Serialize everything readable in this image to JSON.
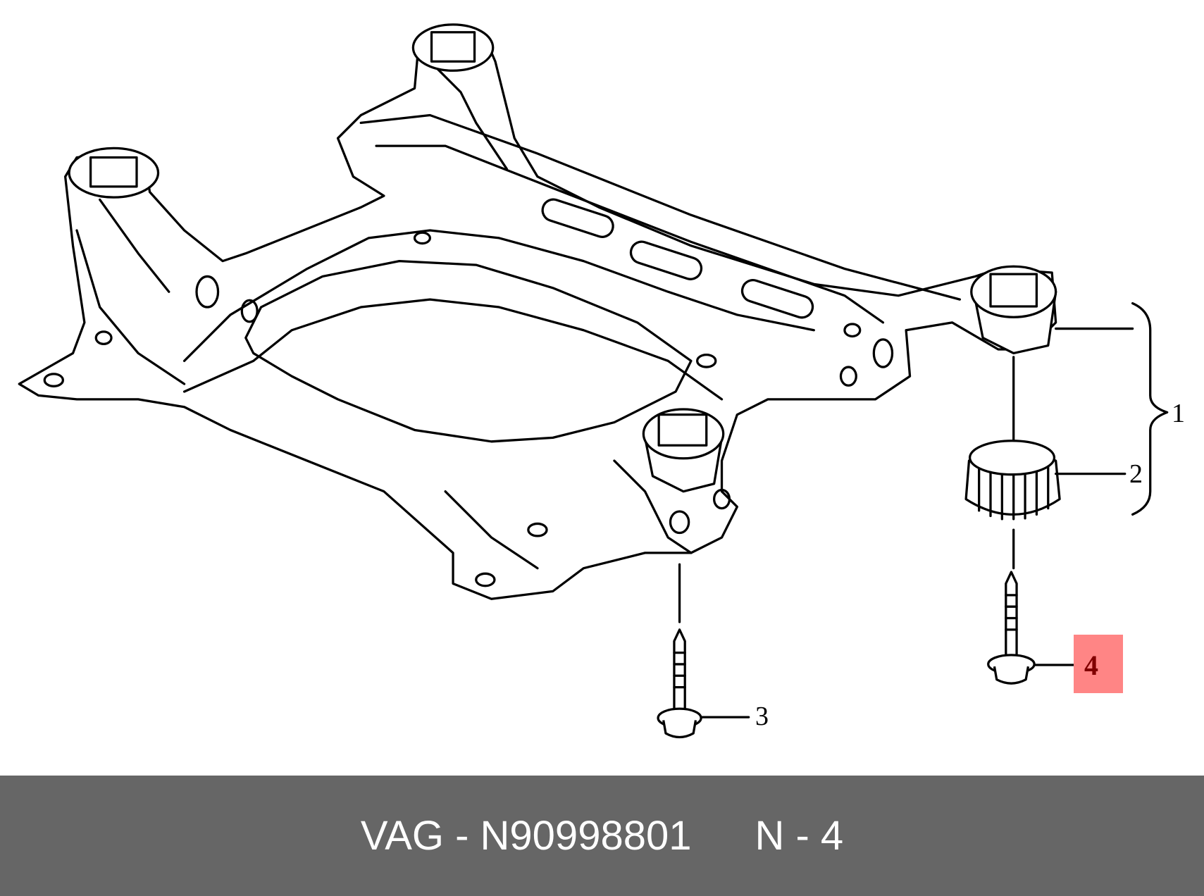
{
  "diagram": {
    "callouts": [
      "1",
      "2",
      "3",
      "4"
    ],
    "highlighted_callout": "4",
    "highlight_color": "#ff8585",
    "highlight_text_color": "#800000"
  },
  "caption": {
    "part_number": "VAG - N90998801",
    "position_label": "N - 4",
    "background": "#666666"
  }
}
